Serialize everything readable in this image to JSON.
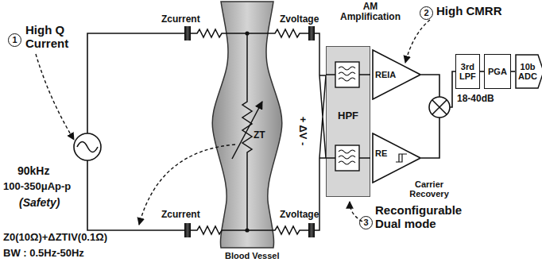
{
  "diagram": {
    "nodes": [
      {
        "text": [
          "HPF"
        ]
      },
      {
        "text": [
          "REIA"
        ]
      },
      {
        "text": [
          "RE"
        ]
      },
      {
        "text": [
          "3rd LPF"
        ]
      },
      {
        "text": [
          "PGA"
        ]
      },
      {
        "text": [
          "10b ADC"
        ]
      }
    ],
    "edges": [
      {
        "from": 3,
        "to": 4,
        "arrow": "none"
      },
      {
        "from": 4,
        "to": 5,
        "arrow": "none"
      }
    ],
    "labels": [
      "1",
      "High Q Current",
      "90kHz",
      "100-350μAp-p",
      "(Safety)",
      "Zcurrent",
      "Zvoltage",
      "Zcurrent",
      "Zvoltage",
      "ZT",
      "+ ΔV -",
      "AM Amplification",
      "2",
      "High CMRR",
      "Carrier Recovery",
      "18-40dB",
      "3",
      "Reconfigurable Dual mode",
      "Z0(10Ω)+ΔZTIV(0.1Ω)",
      "BW : 0.5Hz-50Hz",
      "Blood Vessel"
    ]
  }
}
